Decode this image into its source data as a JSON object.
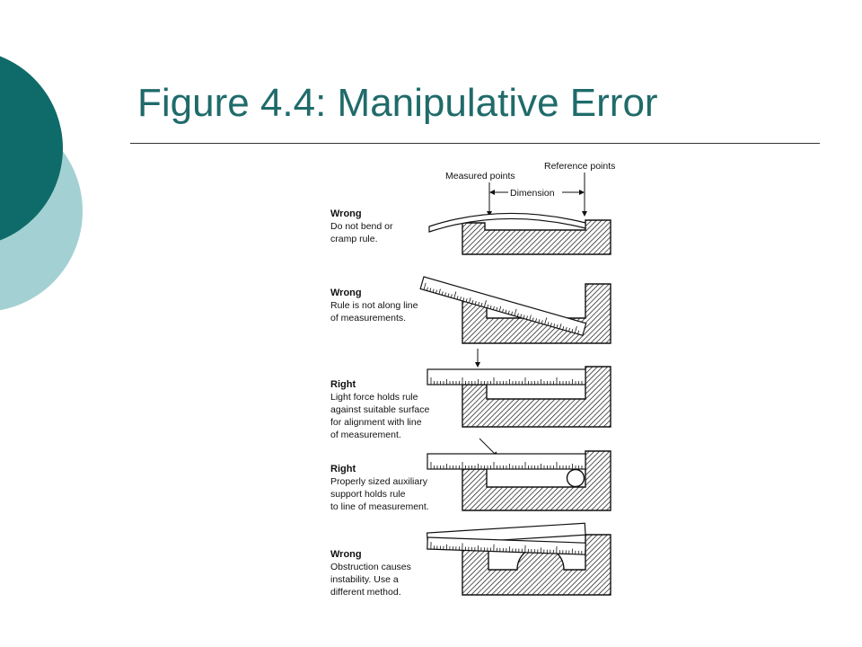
{
  "slide": {
    "title": "Figure 4.4: Manipulative Error",
    "colors": {
      "title": "#1f6b6a",
      "circle_dark": "#0f6b69",
      "circle_light": "#a3d1d3"
    }
  },
  "figure": {
    "top_labels": {
      "measured_points": "Measured points",
      "reference_points": "Reference points",
      "dimension": "Dimension"
    },
    "panels": [
      {
        "heading": "Wrong",
        "lines": [
          "Do not bend or",
          "cramp rule."
        ]
      },
      {
        "heading": "Wrong",
        "lines": [
          "Rule is not along line",
          "of measurements."
        ]
      },
      {
        "heading": "Right",
        "lines": [
          "Light force holds rule",
          "against suitable surface",
          "for alignment with line",
          "of measurement."
        ]
      },
      {
        "heading": "Right",
        "lines": [
          "Properly sized auxiliary",
          "support holds rule",
          "to line of measurement."
        ]
      },
      {
        "heading": "Wrong",
        "lines": [
          "Obstruction causes",
          "instability. Use a",
          "different method."
        ]
      }
    ]
  }
}
